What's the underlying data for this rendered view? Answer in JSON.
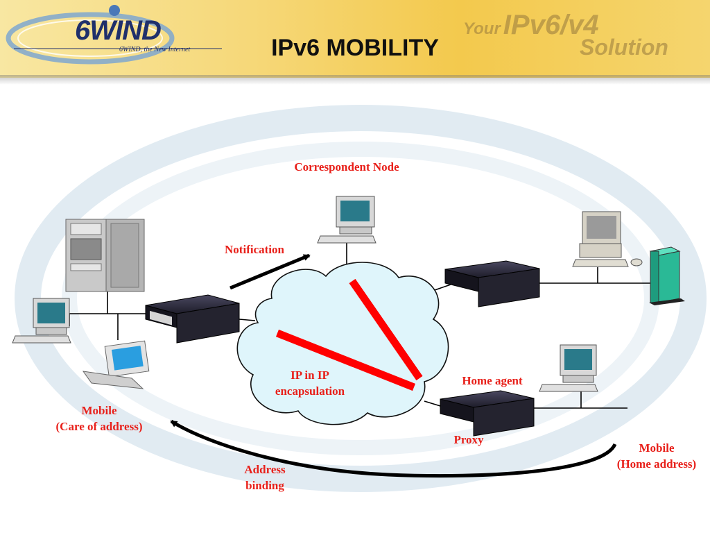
{
  "slide": {
    "title": "IPv6 MOBILITY",
    "logo": {
      "word": "6WIND",
      "tagline": "6WIND, the New Internet"
    },
    "tagline": {
      "line1_small": "Your",
      "line1_large": "IPv6/v4",
      "line2": "Solution"
    }
  },
  "labels": {
    "correspondent_node": "Correspondent Node",
    "notification": "Notification",
    "ip_in_ip_line1": "IP in IP",
    "ip_in_ip_line2": "encapsulation",
    "home_agent": "Home agent",
    "proxy": "Proxy",
    "mobile_coa_line1": "Mobile",
    "mobile_coa_line2": "(Care of address)",
    "mobile_home_line1": "Mobile",
    "mobile_home_line2": "(Home address)",
    "address_binding_line1": "Address",
    "address_binding_line2": "binding"
  },
  "colors": {
    "label_red": "#e8201a",
    "tunnel_red": "#ff0000",
    "cloud_fill": "#dff5fb",
    "banner_gold": "#f3c94d"
  }
}
